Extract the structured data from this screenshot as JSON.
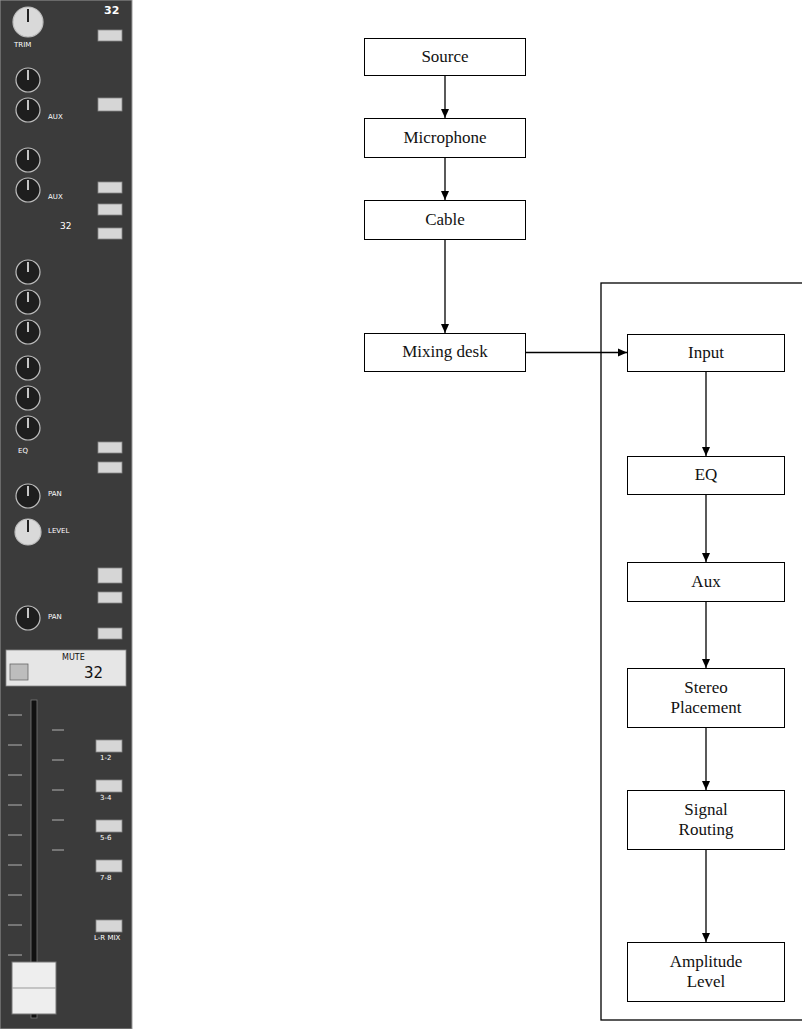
{
  "diagram": {
    "nodes": [
      {
        "text": [
          "Source"
        ]
      },
      {
        "text": [
          "Microphone"
        ]
      },
      {
        "text": [
          "Cable"
        ]
      },
      {
        "text": [
          "Mixing desk"
        ]
      },
      {
        "text": [
          "Input"
        ]
      },
      {
        "text": [
          "EQ"
        ]
      },
      {
        "text": [
          "Aux"
        ]
      },
      {
        "text": [
          "Stereo Placement"
        ]
      },
      {
        "text": [
          "Signal Routing"
        ]
      },
      {
        "text": [
          "Amplitude Level"
        ]
      }
    ],
    "edges": [
      {
        "from": 0,
        "to": 1,
        "arrow": "to"
      },
      {
        "from": 1,
        "to": 2,
        "arrow": "to"
      },
      {
        "from": 2,
        "to": 3,
        "arrow": "to"
      },
      {
        "from": 3,
        "to": 4,
        "arrow": "to"
      },
      {
        "from": 4,
        "to": 5,
        "arrow": "to"
      },
      {
        "from": 5,
        "to": 6,
        "arrow": "to"
      },
      {
        "from": 6,
        "to": 7,
        "arrow": "to"
      },
      {
        "from": 7,
        "to": 8,
        "arrow": "to"
      },
      {
        "from": 8,
        "to": 9,
        "arrow": "to"
      }
    ],
    "labels": [
      "32",
      "TRIM",
      "AUX",
      "AUX",
      "32",
      "EQ",
      "PAN",
      "LEVEL",
      "PAN",
      "MUTE",
      "32",
      "1-2",
      "3-4",
      "5-6",
      "7-8",
      "L-R MIX"
    ]
  }
}
